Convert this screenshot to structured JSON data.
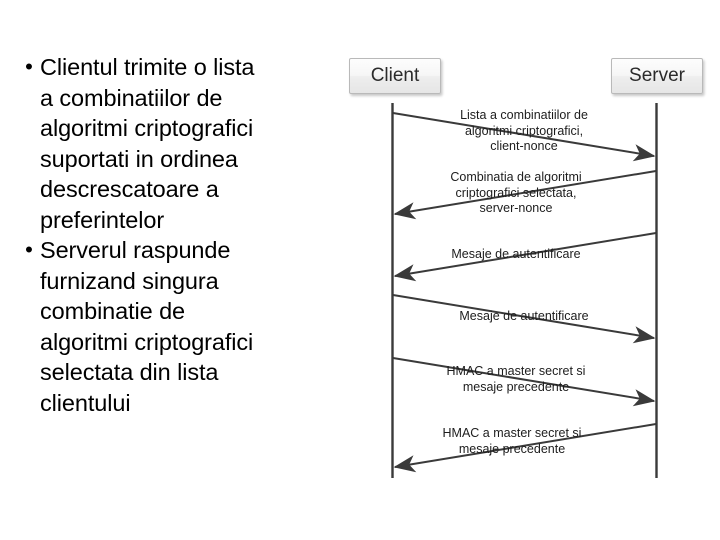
{
  "slide": {
    "background": "#ffffff",
    "text_color": "#000000"
  },
  "bullets": {
    "marker": "•",
    "items": [
      {
        "id": "client-sends-list",
        "text": "Clientul trimite o lista\na combinatiilor de\nalgoritmi criptografici\nsuportati in ordinea\ndescrescatoare a\npreferintelor"
      },
      {
        "id": "server-responds",
        "text": "Serverul raspunde\nfurnizand singura\ncombinatie de\nalgoritmi criptografici\nselectata din lista\nclientului"
      }
    ]
  },
  "diagram": {
    "type": "sequence-diagram",
    "line_color": "#3a3a3a",
    "actors": [
      {
        "id": "client",
        "label": "Client"
      },
      {
        "id": "server",
        "label": "Server"
      }
    ],
    "messages": [
      {
        "id": "msg-1",
        "label": "Lista a combinatiilor de\nalgoritmi criptografici,\nclient-nonce",
        "direction": "client-to-server"
      },
      {
        "id": "msg-2",
        "label": "Combinatia de algoritmi\ncriptografici selectata,\nserver-nonce",
        "direction": "server-to-client"
      },
      {
        "id": "msg-3",
        "label": "Mesaje de autentificare",
        "direction": "server-to-client"
      },
      {
        "id": "msg-4",
        "label": "Mesaje de autentificare",
        "direction": "client-to-server"
      },
      {
        "id": "msg-5",
        "label": "HMAC a master secret si\nmesaje precedente",
        "direction": "client-to-server"
      },
      {
        "id": "msg-6",
        "label": "HMAC a master secret si\nmesaje precedente",
        "direction": "server-to-client"
      }
    ]
  }
}
